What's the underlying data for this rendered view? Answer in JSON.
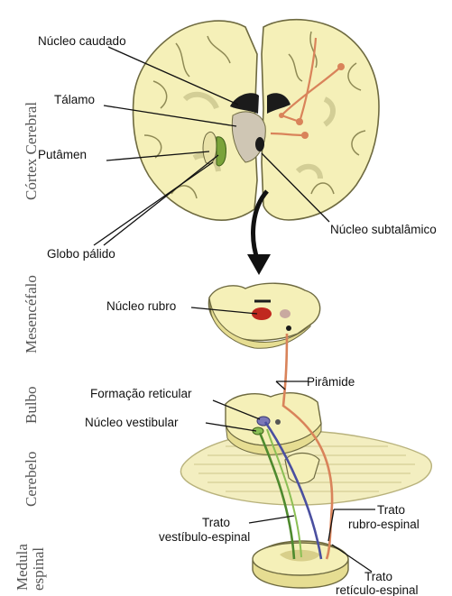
{
  "side_labels": {
    "cortex": "Córtex Cerebral",
    "mesencefalo": "Mesencéfalo",
    "bulbo": "Bulbo",
    "cerebelo": "Cerebelo",
    "medula_line1": "Medula",
    "medula_line2": "espinal"
  },
  "labels": {
    "nucleo_caudado": "Núcleo caudado",
    "talamo": "Tálamo",
    "putamen": "Putâmen",
    "globo_palido": "Globo pálido",
    "nucleo_subtalamico": "Núcleo subtalâmico",
    "nucleo_rubro": "Núcleo rubro",
    "piramide": "Pirâmide",
    "formacao_reticular": "Formação reticular",
    "nucleo_vestibular": "Núcleo vestibular",
    "trato_rubro_1": "Trato",
    "trato_rubro_2": "rubro-espinal",
    "trato_vest_1": "Trato",
    "trato_vest_2": "vestíbulo-espinal",
    "trato_ret_1": "Trato",
    "trato_ret_2": "retículo-espinal"
  },
  "colors": {
    "tissue": "#f5f0b8",
    "tissue_dark": "#e6dd92",
    "outline": "#6e6a40",
    "tract_rubro": "#d9835a",
    "tract_vest": "#4e8a2e",
    "tract_ret": "#4a4fa0",
    "nucleus_red": "#c0281f"
  }
}
